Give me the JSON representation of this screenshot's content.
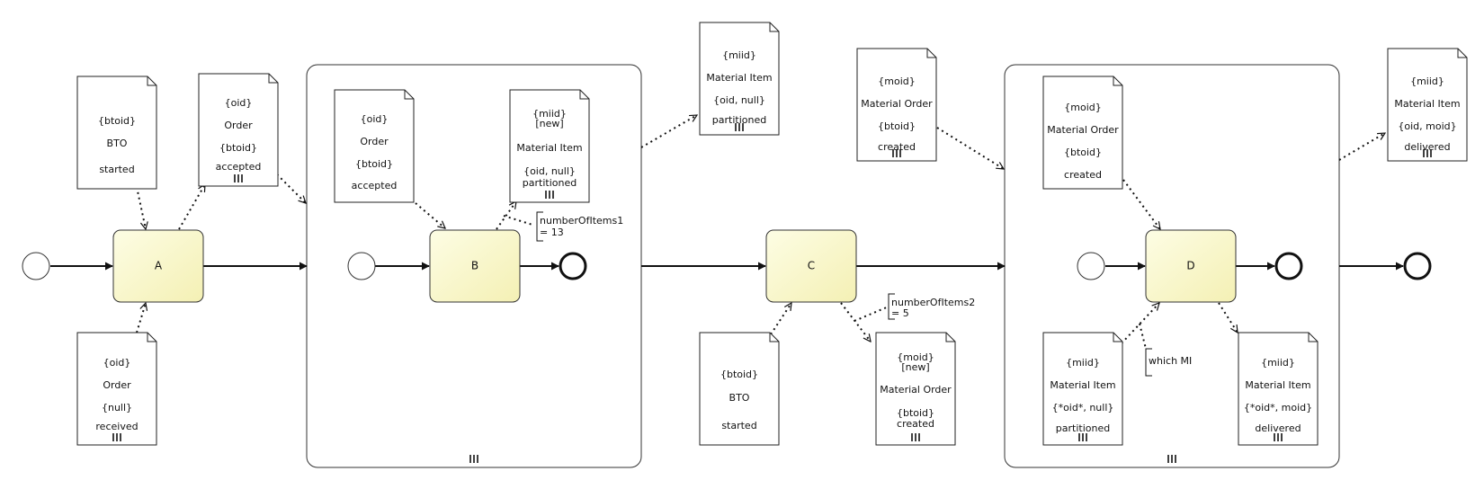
{
  "tasks": {
    "a": "A",
    "b": "B",
    "c": "C",
    "d": "D"
  },
  "documents": {
    "bto_top": [
      "{btoid}",
      "BTO",
      "started"
    ],
    "order_top": [
      "{oid}",
      "Order",
      "{btoid}",
      "accepted"
    ],
    "order_bottom": [
      "{oid}",
      "Order",
      "{null}",
      "received"
    ],
    "order_in_sub1": [
      "{oid}",
      "Order",
      "{btoid}",
      "accepted"
    ],
    "mi_new_sub1": [
      "{miid}",
      "[new]",
      "Material Item",
      "{oid, null}",
      "partitioned"
    ],
    "mi_top": [
      "{miid}",
      "Material Item",
      "{oid, null}",
      "partitioned"
    ],
    "bto_bottom": [
      "{btoid}",
      "BTO",
      "started"
    ],
    "mo_new": [
      "{moid}",
      "[new]",
      "Material Order",
      "{btoid}",
      "created"
    ],
    "mo_top": [
      "{moid}",
      "Material Order",
      "{btoid}",
      "created"
    ],
    "mo_in_sub2": [
      "{moid}",
      "Material Order",
      "{btoid}",
      "created"
    ],
    "mi_partitioned_sub2": [
      "{miid}",
      "Material Item",
      "{*oid*, null}",
      "partitioned"
    ],
    "mi_delivered_sub2": [
      "{miid}",
      "Material Item",
      "{*oid*, moid}",
      "delivered"
    ],
    "mi_delivered_top": [
      "{miid}",
      "Material Item",
      "{oid, moid}",
      "delivered"
    ]
  },
  "annotations": {
    "items1": [
      "numberOfItems1",
      "= 13"
    ],
    "items2": [
      "numberOfItems2",
      "= 5"
    ],
    "which_mi": [
      "which MI"
    ]
  }
}
